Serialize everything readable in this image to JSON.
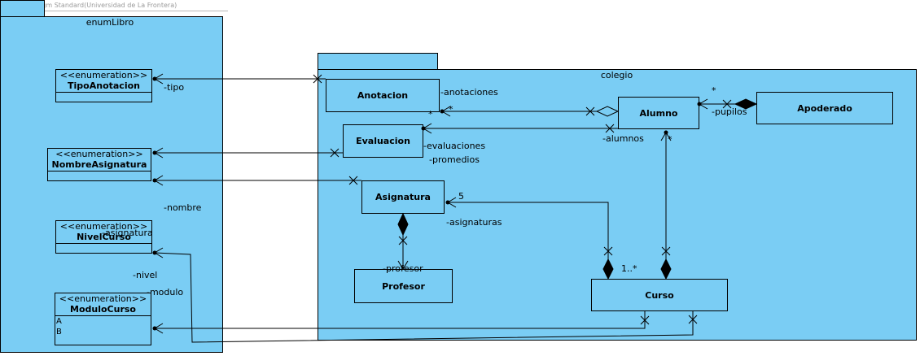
{
  "watermark": "Visual Paradigm Standard(Universidad de La Frontera)",
  "packages": {
    "enumLibro": "enumLibro",
    "colegio": "colegio"
  },
  "enums": {
    "stereotype": "<<enumeration>>",
    "tipo_anotacion": "TipoAnotacion",
    "nombre_asignatura": "NombreAsignatura",
    "nivel_curso": "NivelCurso",
    "modulo_curso": "ModuloCurso",
    "modulo_literals": [
      "A",
      "B"
    ]
  },
  "classes": {
    "anotacion": "Anotacion",
    "evaluacion": "Evaluacion",
    "asignatura": "Asignatura",
    "profesor": "Profesor",
    "alumno": "Alumno",
    "apoderado": "Apoderado",
    "curso": "Curso"
  },
  "roles": {
    "tipo": "-tipo",
    "nombre": "-nombre",
    "asignatura": "-asignatura",
    "nivel": "-nivel",
    "modulo": "-modulo",
    "anotaciones": "-anotaciones",
    "evaluaciones": "-evaluaciones",
    "promedios": "-promedios",
    "alumnos": "-alumnos",
    "pupilos": "-pupilos",
    "asignaturas": "-asignaturas",
    "profesor": "-profesor"
  },
  "multiplicities": {
    "anotaciones_star": "*",
    "anotaciones_star2": "*",
    "pupilos_star": "*",
    "alumnos_star": "*",
    "asignaturas_five": "5",
    "curso_one_many": "1..*"
  }
}
